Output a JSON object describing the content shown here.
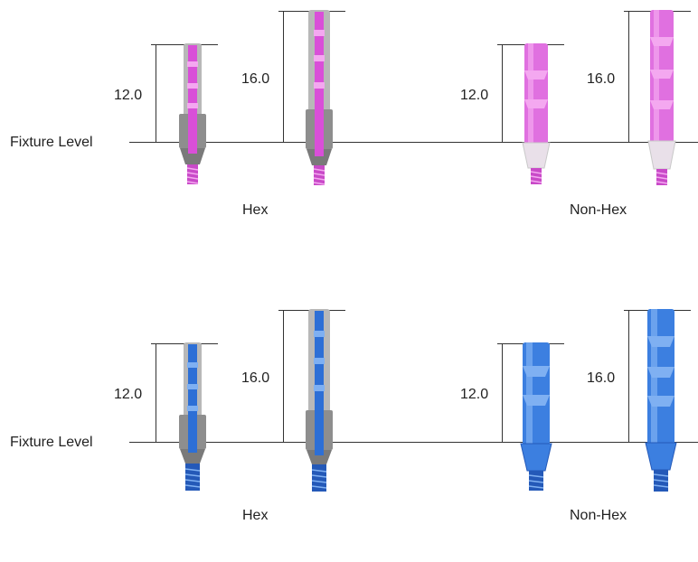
{
  "colors": {
    "pink_accent": "#d94fd8",
    "pink_light": "#f4a8f0",
    "blue_accent": "#2d6fd6",
    "blue_light": "#7fb0f2",
    "metal": "#9a9a9a",
    "metal_dark": "#555555",
    "line": "#333333"
  },
  "panels": [
    {
      "color_theme": "pink",
      "fixture_label": "Fixture Level",
      "groups": [
        {
          "label": "Hex",
          "items": [
            {
              "height": "12.0"
            },
            {
              "height": "16.0"
            }
          ]
        },
        {
          "label": "Non-Hex",
          "items": [
            {
              "height": "12.0"
            },
            {
              "height": "16.0"
            }
          ]
        }
      ]
    },
    {
      "color_theme": "blue",
      "fixture_label": "Fixture Level",
      "groups": [
        {
          "label": "Hex",
          "items": [
            {
              "height": "12.0"
            },
            {
              "height": "16.0"
            }
          ]
        },
        {
          "label": "Non-Hex",
          "items": [
            {
              "height": "12.0"
            },
            {
              "height": "16.0"
            }
          ]
        }
      ]
    }
  ]
}
